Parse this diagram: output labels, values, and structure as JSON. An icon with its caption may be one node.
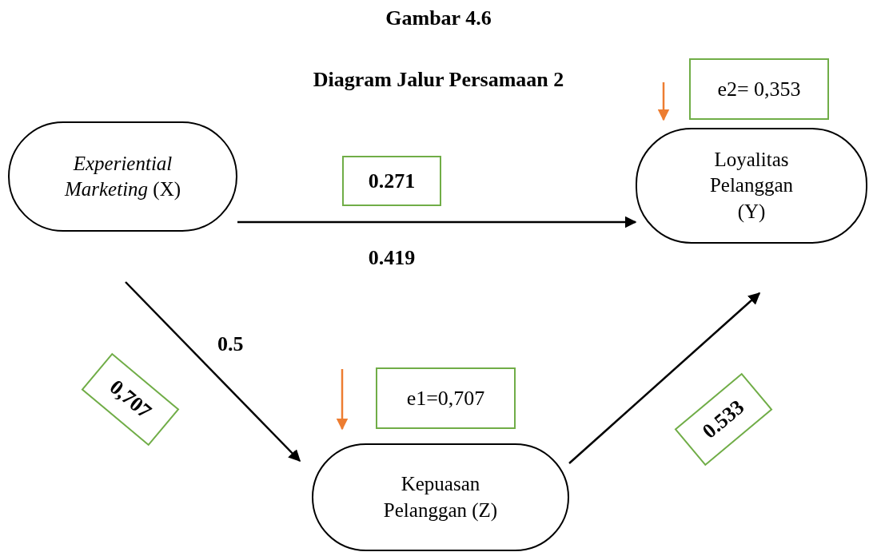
{
  "diagram": {
    "title": "Gambar 4.6",
    "nodes": [
      {
        "text": [
          "*Experiential Marketing* (X)"
        ]
      },
      {
        "text": [
          "Loyalitas Pelanggan (Y)"
        ]
      },
      {
        "text": [
          "Kepuasan Pelanggan (Z)"
        ]
      },
      {
        "text": [
          "0.271"
        ]
      },
      {
        "text": [
          "e2= 0,353"
        ]
      },
      {
        "text": [
          "0,707"
        ]
      },
      {
        "text": [
          "e1=0,707"
        ]
      },
      {
        "text": [
          "0.533"
        ]
      }
    ],
    "edges": [
      {
        "from": 0,
        "to": 1,
        "arrow": "to"
      },
      {
        "from": 0,
        "to": 2,
        "arrow": "to"
      },
      {
        "from": 2,
        "to": 1,
        "arrow": "to"
      },
      {
        "from": null,
        "to": 1,
        "arrow": "to",
        "color": "#ed7d31"
      },
      {
        "from": null,
        "to": 2,
        "arrow": "to",
        "color": "#ed7d31"
      }
    ],
    "labels": [
      "Diagram Jalur Persamaan 2",
      "0.419",
      "0.5"
    ]
  }
}
